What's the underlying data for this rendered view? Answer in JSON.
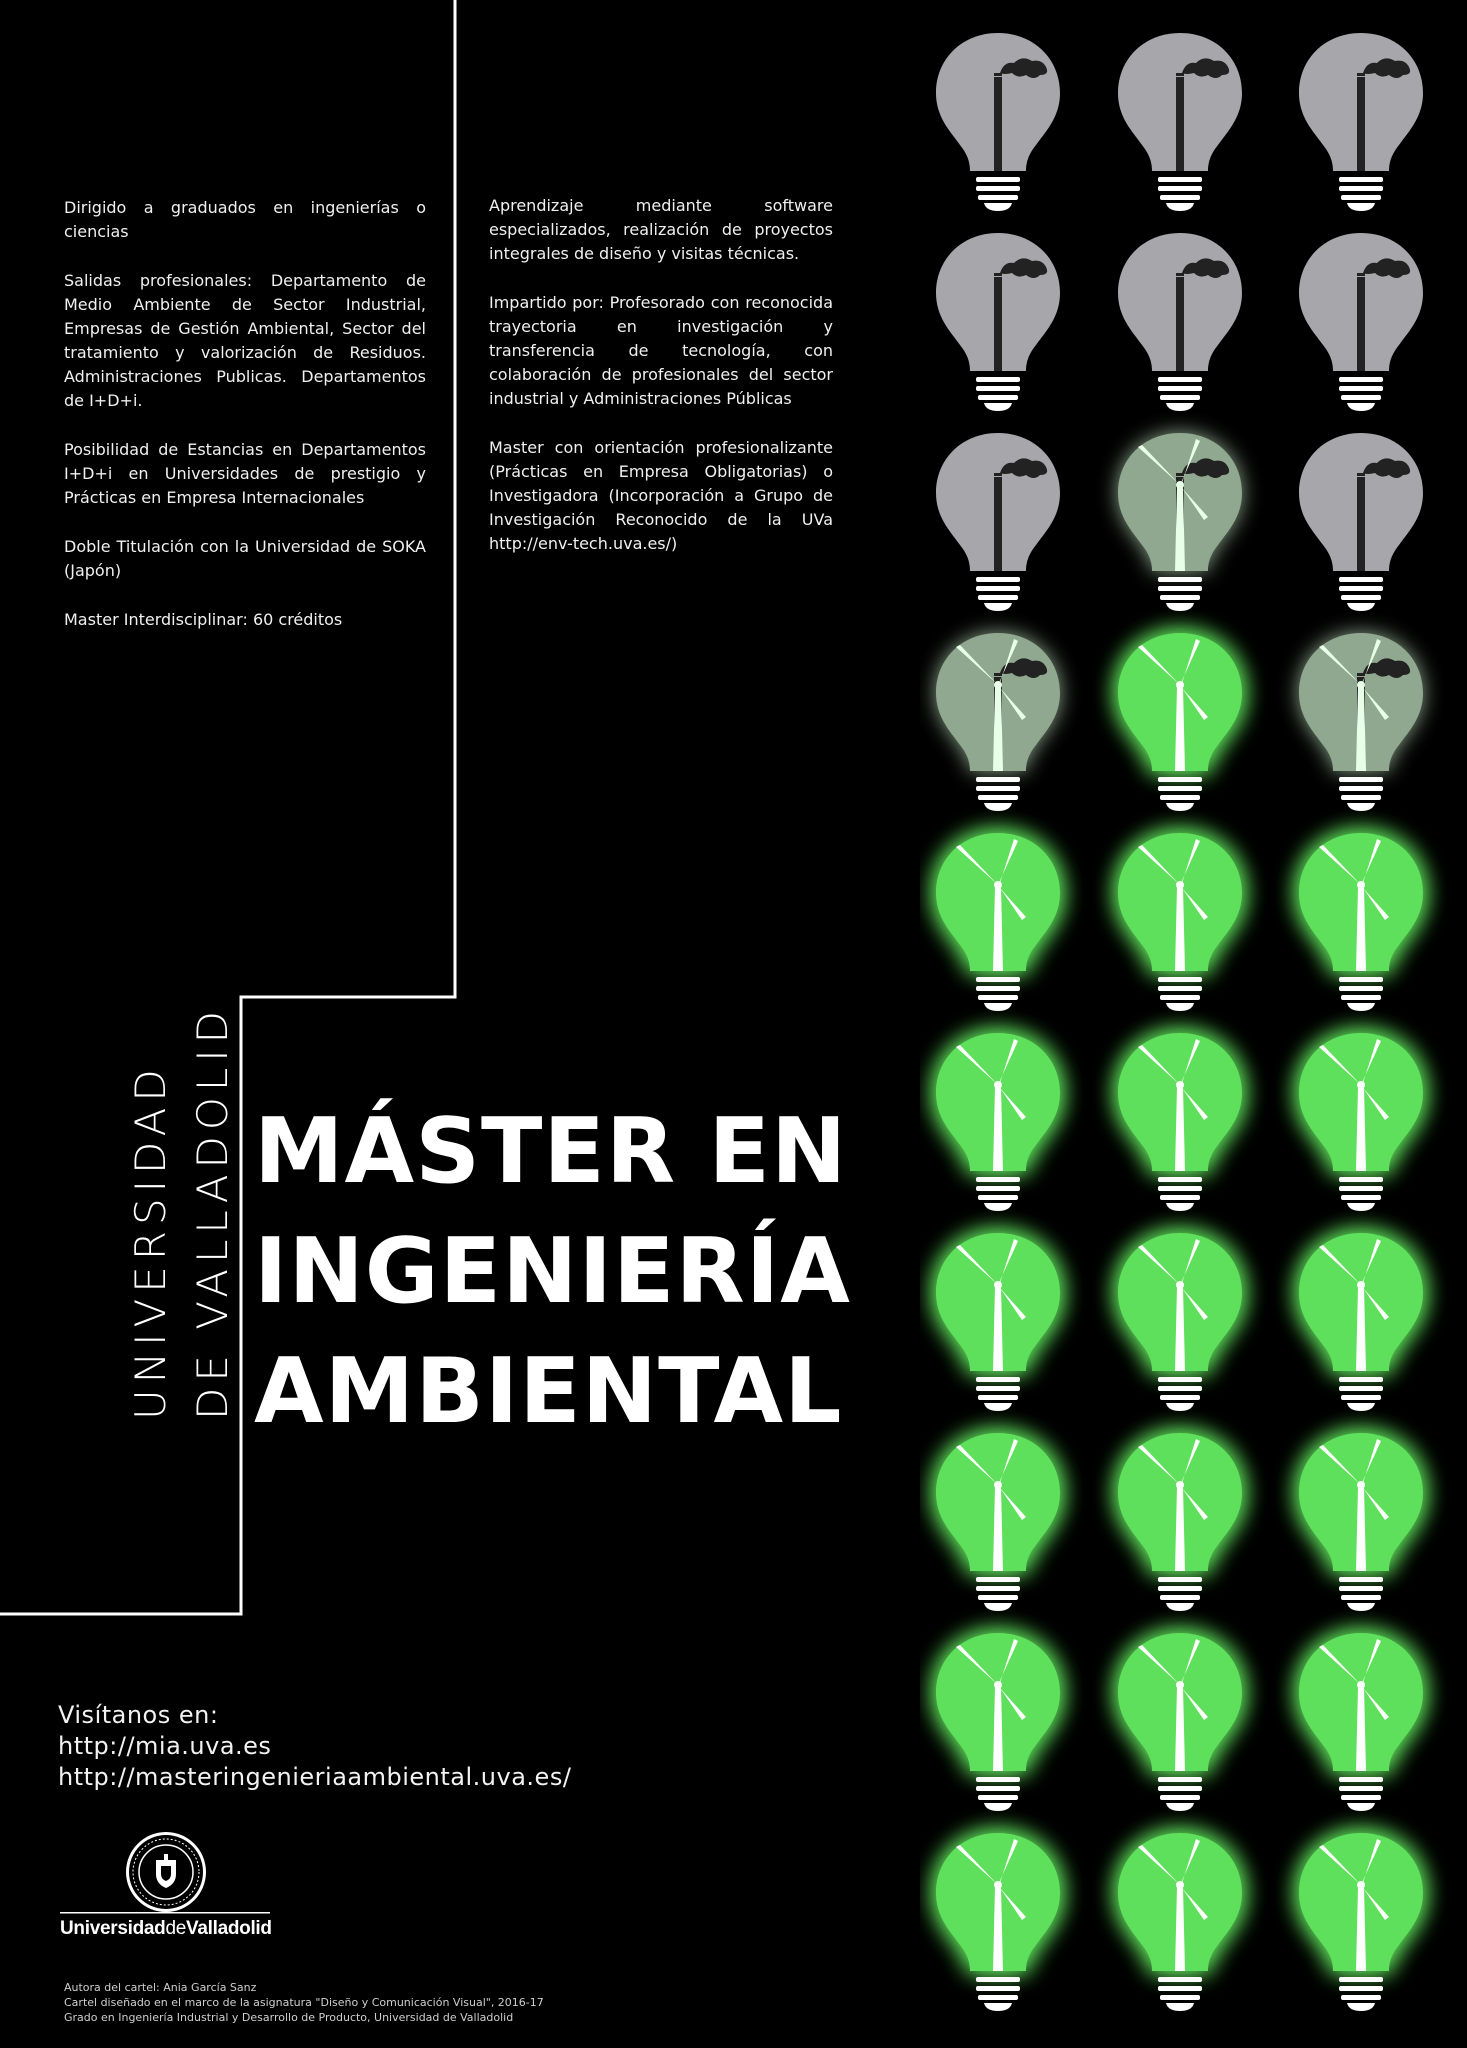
{
  "column1": [
    "Dirigido a graduados en ingenierías o ciencias",
    "Salidas profesionales: Departamento de Medio Ambiente de Sector Industrial, Empresas de Gestión Ambiental, Sector del tratamiento y valorización de Residuos. Administraciones Publicas. Departamentos de I+D+i.",
    "Posibilidad de Estancias en Departamentos I+D+i en Universidades de prestigio y Prácticas en Empresa Internacionales",
    "Doble Titulación con la Universidad de SOKA (Japón)",
    "Master Interdisciplinar: 60 créditos"
  ],
  "column2": [
    "Aprendizaje mediante software especializados, realización de proyectos integrales de diseño y visitas técnicas.",
    "Impartido por: Profesorado con reconocida trayectoria en investigación y transferencia de tecnología, con colaboración de profesionales del sector industrial y Administraciones Públicas",
    "Master con orientación profesionalizante (Prácticas en Empresa Obligatorias) o Investigadora (Incorporación a Grupo de Investigación Reconocido de la UVa http://env-tech.uva.es/)"
  ],
  "title": {
    "line1": "MÁSTER EN",
    "line2": "INGENIERÍA",
    "line3": "AMBIENTAL"
  },
  "university_vertical": {
    "line1": "UNIVERSIDAD",
    "line2": "DE VALLADOLID"
  },
  "visit": {
    "heading": "Visítanos en:",
    "url1": "http://mia.uva.es",
    "url2": "http://masteringenieriaambiental.uva.es/"
  },
  "logo": {
    "bold_part1": "Universidad",
    "light_part": "de",
    "bold_part2": "Valladolid"
  },
  "credits": {
    "line1": "Autora del cartel: Ania García Sanz",
    "line2": "Cartel diseñado en el marco de la asignatura \"Diseño y Comunicación Visual\", 2016-17",
    "line3": "Grado en Ingeniería Industrial y Desarrollo de Producto, Universidad de Valladolid"
  },
  "bulb_grid": {
    "rows": 10,
    "cols": 3,
    "states": [
      "factory",
      "factory",
      "factory",
      "factory",
      "factory",
      "factory",
      "factory",
      "transition",
      "factory",
      "transition",
      "wind",
      "transition",
      "wind",
      "wind",
      "wind",
      "wind",
      "wind",
      "wind",
      "wind",
      "wind",
      "wind",
      "wind",
      "wind",
      "wind",
      "wind",
      "wind",
      "wind",
      "wind",
      "wind",
      "wind"
    ]
  },
  "colors": {
    "background": "#000000",
    "bulb_off": "#a7a6ab",
    "bulb_on": "#5fe05c",
    "glow": "#3dff3a",
    "text": "#ffffff"
  }
}
